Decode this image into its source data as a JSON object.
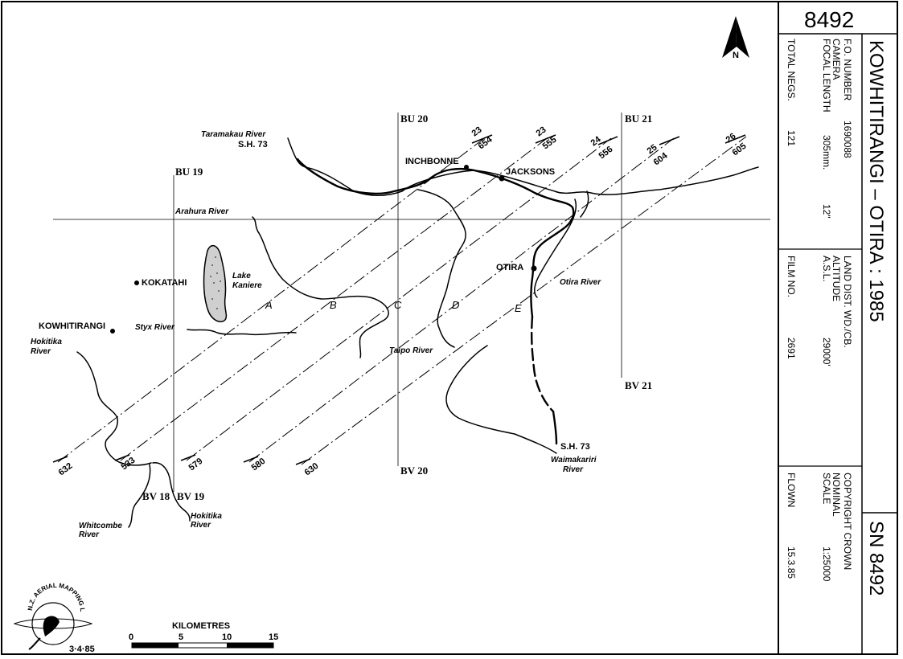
{
  "sheet": {
    "number": "8492",
    "title": "KOWHITIRANGI – OTIRA : 1985",
    "survey_number": "SN 8492"
  },
  "details": {
    "fo_number_label": "F.O. NUMBER",
    "fo_number_value": "1690088",
    "land_dist_label": "LAND DIST. WD./CB.",
    "copyright_label": "COPYRIGHT CROWN",
    "camera_label": "CAMERA",
    "focal_length_label": "FOCAL LENGTH",
    "focal_length_value": "305mm.",
    "focal_length_inches": "12\"",
    "altitude_label": "ALTITUDE",
    "asl_label": "A.S.L.",
    "altitude_value": "29000'",
    "nominal_label": "NOMINAL",
    "scale_label": "SCALE",
    "scale_value": "1:25000",
    "total_negs_label": "TOTAL NEGS.",
    "total_negs_value": "121",
    "film_no_label": "FILM NO.",
    "film_no_value": "2691",
    "flown_label": "FLOWN",
    "flown_value": "15.3.85"
  },
  "north_arrow": {
    "label": "N"
  },
  "grid": {
    "bu19": "BU 19",
    "bu20": "BU 20",
    "bu21": "BU 21",
    "bv18": "BV 18",
    "bv19": "BV 19",
    "bv20": "BV 20",
    "bv21": "BV 21"
  },
  "runs": [
    {
      "letter": "A",
      "start": "632",
      "end_top": "23",
      "end_bottom": "654"
    },
    {
      "letter": "B",
      "start": "533",
      "end_top": "23",
      "end_bottom": "555"
    },
    {
      "letter": "C",
      "start": "579",
      "end_top": "24",
      "end_bottom": "556"
    },
    {
      "letter": "D",
      "start": "580",
      "end_top": "25",
      "end_bottom": "604"
    },
    {
      "letter": "E",
      "start": "630",
      "end_top": "26",
      "end_bottom": "605"
    }
  ],
  "places": {
    "inchbonne": "INCHBONNE",
    "jacksons": "JACKSONS",
    "kokatahi": "KOKATAHI",
    "kowhitirangi": "KOWHITIRANGI",
    "otira": "OTIRA"
  },
  "rivers": {
    "taramakau": "Taramakau River",
    "sh73_top": "S.H. 73",
    "arahura": "Arahura River",
    "lake_1": "Lake",
    "lake_2": "Kaniere",
    "styx": "Styx River",
    "hokitika_1": "Hokitika",
    "hokitika_2": "River",
    "taipo": "Taipo River",
    "otira_river": "Otira River",
    "sh73_bottom": "S.H. 73",
    "waimakariri_1": "Waimakariri",
    "waimakariri_2": "River",
    "whitcombe_1": "Whitcombe",
    "whitcombe_2": "River",
    "hokitika_s_1": "Hokitika",
    "hokitika_s_2": "River"
  },
  "scale_bar": {
    "title": "KILOMETRES",
    "ticks": [
      "0",
      "5",
      "10",
      "15"
    ]
  },
  "logo": {
    "text": "N.Z. AERIAL MAPPING LTD.",
    "date": "3·4·85"
  }
}
